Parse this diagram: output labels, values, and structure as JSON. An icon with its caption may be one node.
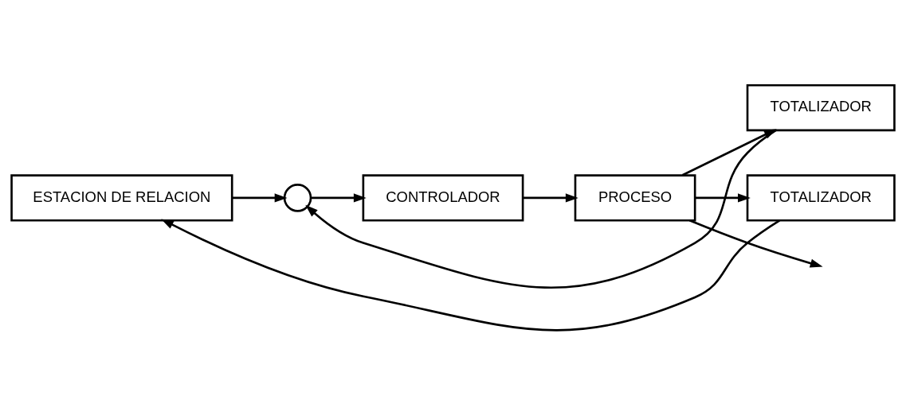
{
  "diagram": {
    "nodes": [
      {
        "text": [
          "ESTACION DE RELACION"
        ]
      },
      {
        "text": [],
        "shape": "circle"
      },
      {
        "text": [
          "CONTROLADOR"
        ]
      },
      {
        "text": [
          "PROCESO"
        ]
      },
      {
        "text": [
          "TOTALIZADOR"
        ]
      },
      {
        "text": [
          "TOTALIZADOR"
        ]
      }
    ],
    "edges": [
      {
        "from": 0,
        "to": 1,
        "arrow": "to"
      },
      {
        "from": 1,
        "to": 2,
        "arrow": "to"
      },
      {
        "from": 2,
        "to": 3,
        "arrow": "to"
      },
      {
        "from": 3,
        "to": null,
        "arrow": "to"
      },
      {
        "from": 3,
        "to": 4,
        "arrow": "to"
      },
      {
        "from": 4,
        "to": 1,
        "arrow": "to"
      },
      {
        "from": 3,
        "to": 5,
        "arrow": "to"
      },
      {
        "from": 5,
        "to": 0,
        "arrow": "to"
      }
    ]
  }
}
